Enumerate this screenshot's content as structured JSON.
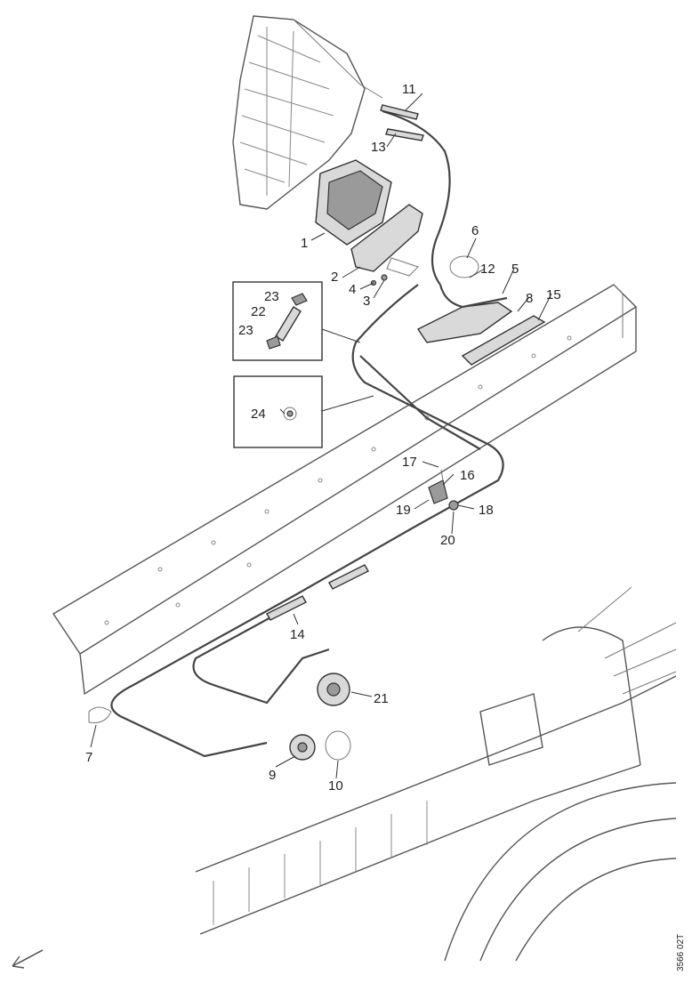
{
  "diagram": {
    "callouts": [
      {
        "id": "c1",
        "text": "1"
      },
      {
        "id": "c2",
        "text": "2"
      },
      {
        "id": "c3",
        "text": "3"
      },
      {
        "id": "c4",
        "text": "4"
      },
      {
        "id": "c5",
        "text": "5"
      },
      {
        "id": "c6",
        "text": "6"
      },
      {
        "id": "c7",
        "text": "7"
      },
      {
        "id": "c8",
        "text": "8"
      },
      {
        "id": "c9",
        "text": "9"
      },
      {
        "id": "c10",
        "text": "10"
      },
      {
        "id": "c11",
        "text": "11"
      },
      {
        "id": "c12",
        "text": "12"
      },
      {
        "id": "c13",
        "text": "13"
      },
      {
        "id": "c14",
        "text": "14"
      },
      {
        "id": "c15",
        "text": "15"
      },
      {
        "id": "c16",
        "text": "16"
      },
      {
        "id": "c17",
        "text": "17"
      },
      {
        "id": "c18",
        "text": "18"
      },
      {
        "id": "c19",
        "text": "19"
      },
      {
        "id": "c20",
        "text": "20"
      },
      {
        "id": "c21",
        "text": "21"
      },
      {
        "id": "c22",
        "text": "22"
      },
      {
        "id": "c23a",
        "text": "23"
      },
      {
        "id": "c23b",
        "text": "23"
      },
      {
        "id": "c24",
        "text": "24"
      }
    ],
    "reference_code": "3566 02T"
  }
}
